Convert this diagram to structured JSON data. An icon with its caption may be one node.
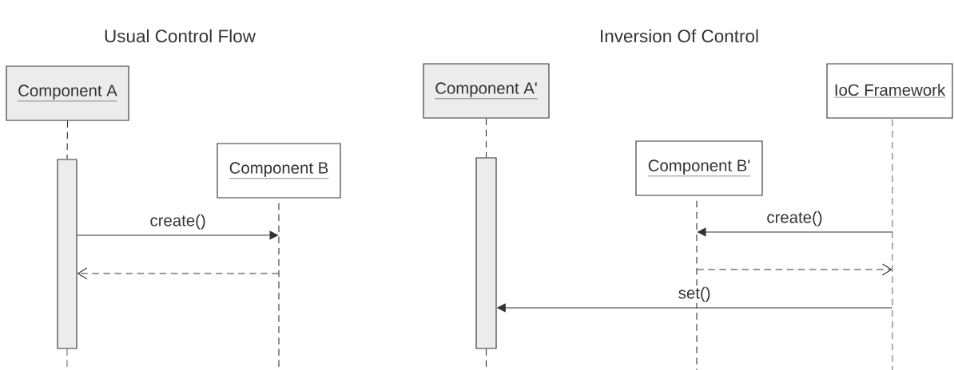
{
  "diagram": {
    "nodes": [
      {
        "text": [
          "Component A"
        ]
      },
      {
        "text": [],
        "shape": "bar"
      },
      {
        "text": [
          "Component B"
        ]
      },
      {
        "text": [],
        "shape": "line"
      },
      {
        "text": [
          "Component A'"
        ]
      },
      {
        "text": [],
        "shape": "bar"
      },
      {
        "text": [
          "Component B'"
        ]
      },
      {
        "text": [],
        "shape": "line"
      },
      {
        "text": [
          "IoC Framework"
        ]
      },
      {
        "text": [],
        "shape": "line"
      }
    ],
    "edges": [
      {
        "from": 1,
        "to": 3,
        "arrow": "to",
        "label": "create()"
      },
      {
        "from": 3,
        "to": 1,
        "arrow": "to",
        "style": "dashed"
      },
      {
        "from": 9,
        "to": 7,
        "arrow": "to",
        "label": "create()"
      },
      {
        "from": 7,
        "to": 9,
        "arrow": "to",
        "style": "dashed"
      },
      {
        "from": 9,
        "to": 5,
        "arrow": "to",
        "label": "set()"
      },
      {
        "from": 0,
        "to": 1,
        "arrow": "none",
        "style": "dashed"
      },
      {
        "from": 4,
        "to": 5,
        "arrow": "none",
        "style": "dashed"
      }
    ],
    "labels": [
      "Usual Control Flow",
      "Inversion Of Control"
    ]
  }
}
